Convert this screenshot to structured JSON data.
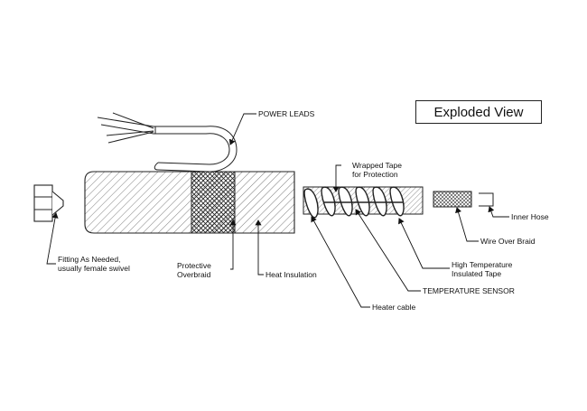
{
  "title": "Exploded View",
  "labels": {
    "power_leads": "POWER LEADS",
    "wrapped_tape_1": "Wrapped Tape",
    "wrapped_tape_2": "for Protection",
    "inner_hose": "Inner Hose",
    "wire_over_braid": "Wire Over Braid",
    "high_temp_1": "High Temperature",
    "high_temp_2": "Insulated Tape",
    "temperature_sensor": "TEMPERATURE SENSOR",
    "heater_cable": "Heater cable",
    "fitting_1": "Fitting As Needed,",
    "fitting_2": "usually female swivel",
    "protective_1": "Protective",
    "protective_2": "Overbraid",
    "heat_insulation": "Heat Insulation"
  },
  "colors": {
    "line": "#222222",
    "background": "#ffffff"
  }
}
